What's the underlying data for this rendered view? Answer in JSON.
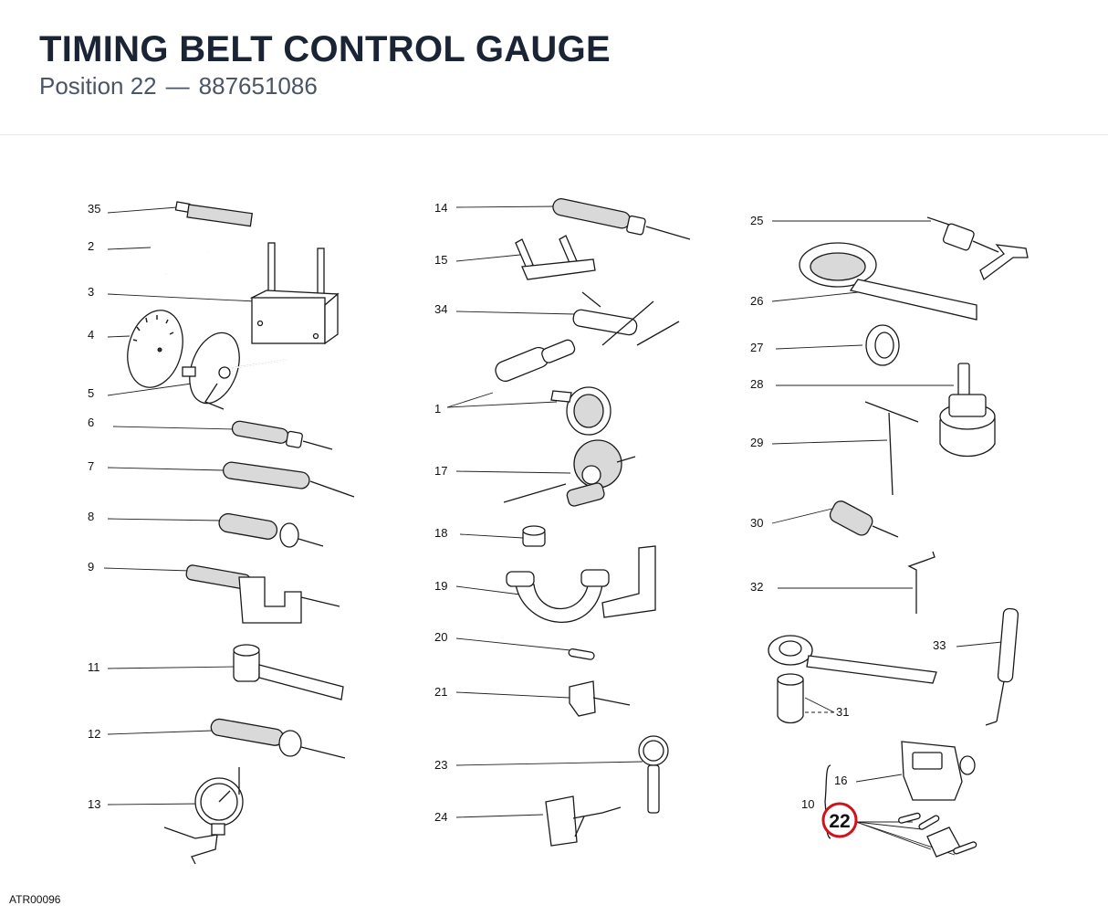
{
  "header": {
    "title": "TIMING BELT CONTROL GAUGE",
    "position_label": "Position 22",
    "separator": "—",
    "part_number": "887651086"
  },
  "footer": {
    "drawing_code": "ATR00096"
  },
  "callouts": {
    "c1": "1",
    "c2": "2",
    "c3": "3",
    "c4": "4",
    "c5": "5",
    "c6": "6",
    "c7": "7",
    "c8": "8",
    "c9": "9",
    "c10": "10",
    "c11": "11",
    "c12": "12",
    "c13": "13",
    "c14": "14",
    "c15": "15",
    "c16": "16",
    "c17": "17",
    "c18": "18",
    "c19": "19",
    "c20": "20",
    "c21": "21",
    "c22": "22",
    "c23": "23",
    "c24": "24",
    "c25": "25",
    "c26": "26",
    "c27": "27",
    "c28": "28",
    "c29": "29",
    "c30": "30",
    "c31": "31",
    "c32": "32",
    "c33": "33",
    "c34": "34",
    "c35": "35"
  },
  "highlight": {
    "callout": "22",
    "color": "#d0121b"
  }
}
